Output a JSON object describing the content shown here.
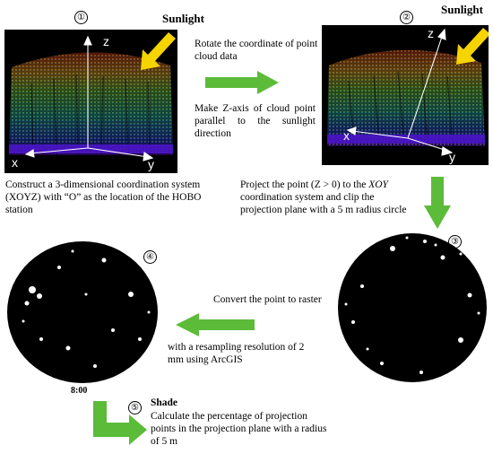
{
  "steps": [
    {
      "number": "①",
      "label": "Sunlight"
    },
    {
      "number": "②",
      "label": "Sunlight"
    },
    {
      "number": "③"
    },
    {
      "number": "④",
      "caption": "8:00"
    },
    {
      "number": "⑤",
      "title": "Shade"
    }
  ],
  "axes": {
    "z": "z",
    "x": "x",
    "y": "y"
  },
  "text": {
    "rotate": "Rotate the coordinate of point cloud data",
    "make_z": "Make Z-axis of cloud point parallel to the sunlight direction",
    "construct": "Construct a 3-dimensional coordination system (XOYZ) with “O” as the location of the HOBO station",
    "project_a": "Project the point (Z > 0) to the ",
    "project_xoy": "XOY",
    "project_b": " coordination system and clip the projection plane with a 5 m radius circle",
    "convert": "Convert the point to raster",
    "resample": "with a resampling resolution of 2 mm using ArcGIS",
    "calculate": "Calculate the percentage of projection points in the projection plane with a radius of 5 m"
  },
  "colors": {
    "arrow_green": "#5dbb3a",
    "sun_yellow": "#f5d400"
  }
}
